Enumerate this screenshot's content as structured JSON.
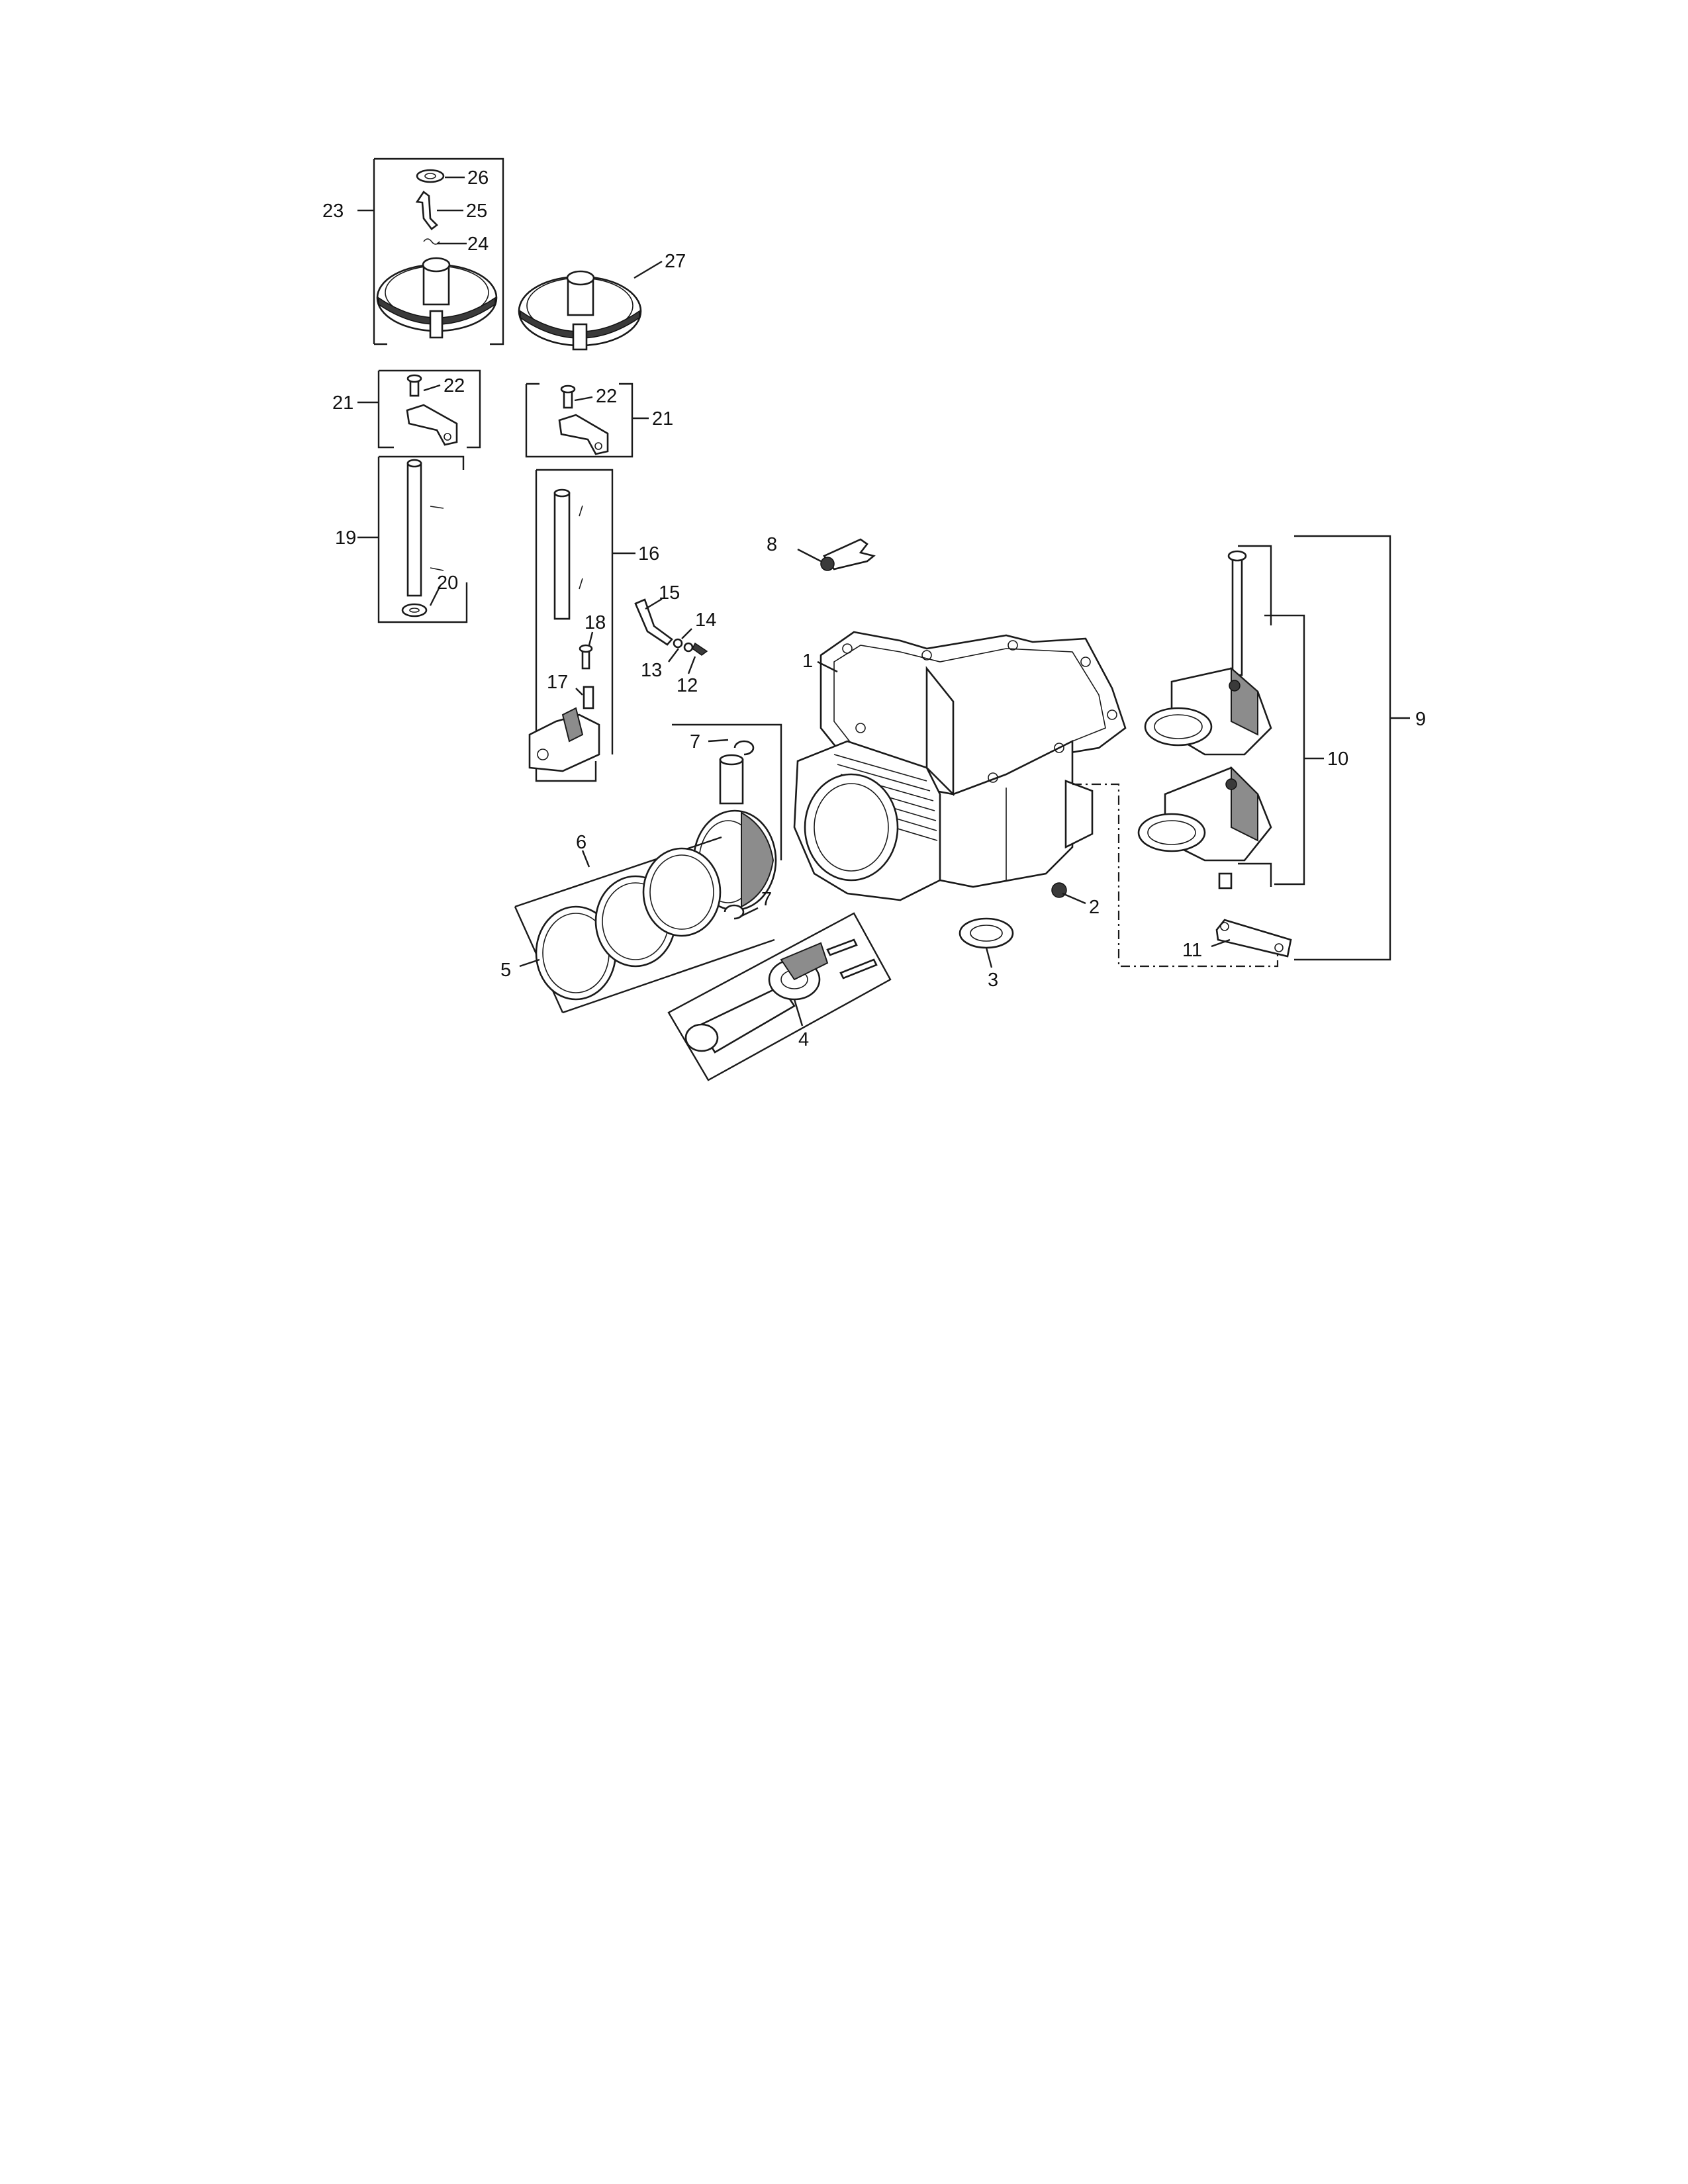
{
  "diagram": {
    "callouts": [
      {
        "id": "c1",
        "text": "1"
      },
      {
        "id": "c2",
        "text": "2"
      },
      {
        "id": "c3",
        "text": "3"
      },
      {
        "id": "c4",
        "text": "4"
      },
      {
        "id": "c5",
        "text": "5"
      },
      {
        "id": "c6",
        "text": "6"
      },
      {
        "id": "c7a",
        "text": "7"
      },
      {
        "id": "c7b",
        "text": "7"
      },
      {
        "id": "c8",
        "text": "8"
      },
      {
        "id": "c9",
        "text": "9"
      },
      {
        "id": "c10",
        "text": "10"
      },
      {
        "id": "c11",
        "text": "11"
      },
      {
        "id": "c12",
        "text": "12"
      },
      {
        "id": "c13",
        "text": "13"
      },
      {
        "id": "c14",
        "text": "14"
      },
      {
        "id": "c15",
        "text": "15"
      },
      {
        "id": "c16",
        "text": "16"
      },
      {
        "id": "c17",
        "text": "17"
      },
      {
        "id": "c18",
        "text": "18"
      },
      {
        "id": "c19",
        "text": "19"
      },
      {
        "id": "c20",
        "text": "20"
      },
      {
        "id": "c21a",
        "text": "21"
      },
      {
        "id": "c21b",
        "text": "21"
      },
      {
        "id": "c22a",
        "text": "22"
      },
      {
        "id": "c22b",
        "text": "22"
      },
      {
        "id": "c23",
        "text": "23"
      },
      {
        "id": "c24",
        "text": "24"
      },
      {
        "id": "c25",
        "text": "25"
      },
      {
        "id": "c26",
        "text": "26"
      },
      {
        "id": "c27",
        "text": "27"
      }
    ]
  }
}
